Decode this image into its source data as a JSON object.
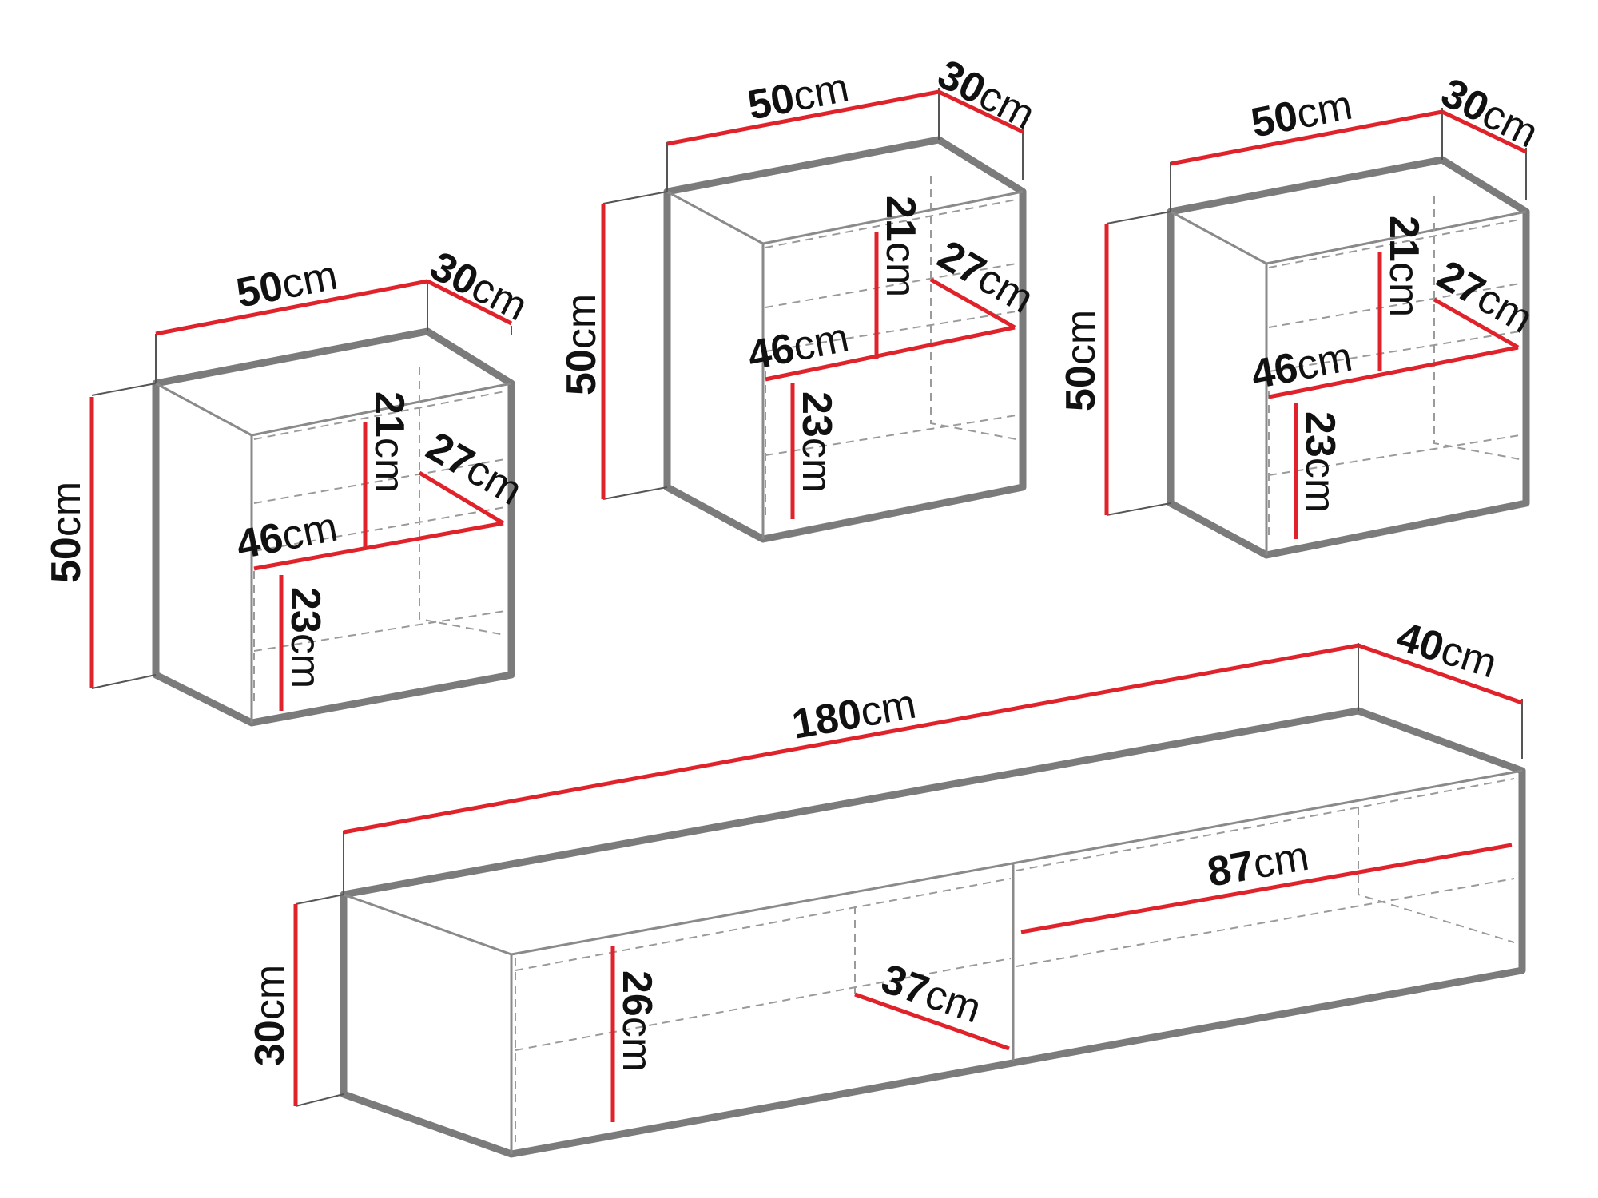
{
  "colors": {
    "dimension": "#e0232b",
    "outline": "#7b7b7b",
    "text": "#111111"
  },
  "cabinets": [
    {
      "id": "left-cabinet",
      "labels": {
        "width": "50",
        "depth": "30",
        "height": "50",
        "shelf_width": "46",
        "shelf_depth": "27",
        "upper_height": "21",
        "lower_height": "23"
      }
    },
    {
      "id": "middle-cabinet",
      "labels": {
        "width": "50",
        "depth": "30",
        "height": "50",
        "shelf_width": "46",
        "shelf_depth": "27",
        "upper_height": "21",
        "lower_height": "23"
      }
    },
    {
      "id": "right-cabinet",
      "labels": {
        "width": "50",
        "depth": "30",
        "height": "50",
        "shelf_width": "46",
        "shelf_depth": "27",
        "upper_height": "21",
        "lower_height": "23"
      }
    }
  ],
  "tv_unit": {
    "labels": {
      "width": "180",
      "depth": "40",
      "height": "30",
      "inner_width": "87",
      "inner_depth": "37",
      "inner_height": "26"
    }
  },
  "unit": "cm"
}
